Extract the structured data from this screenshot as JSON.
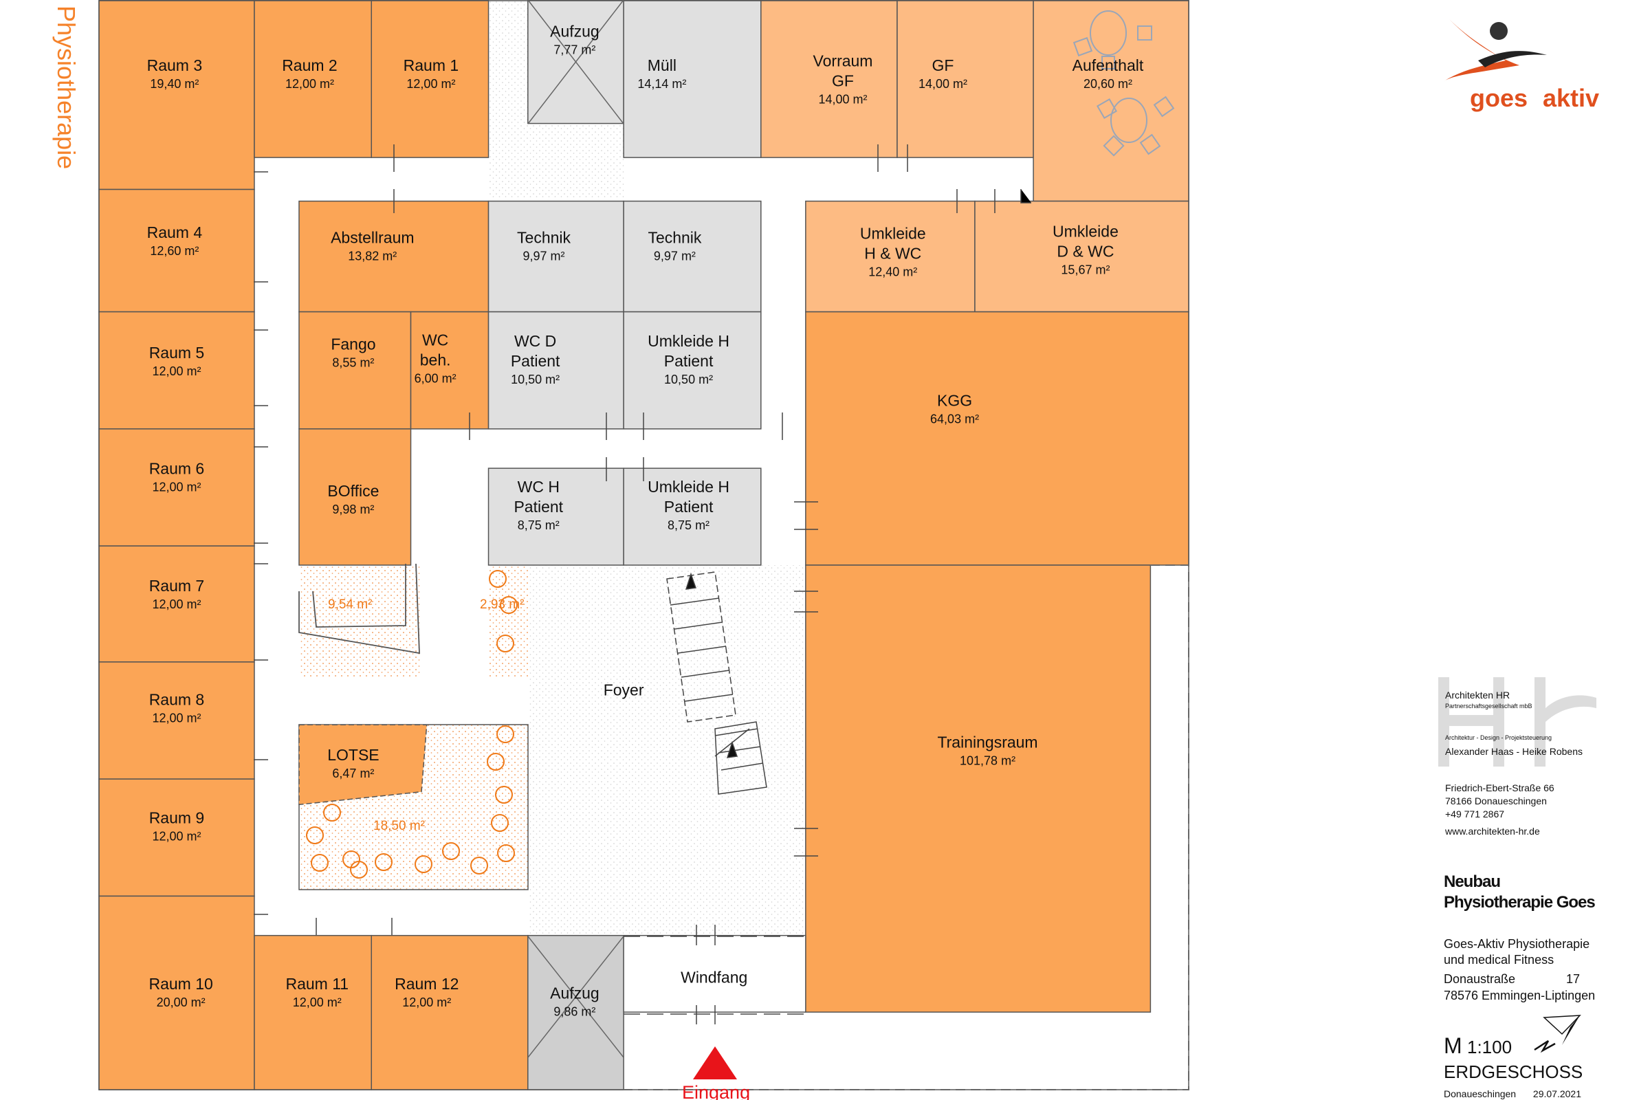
{
  "side_label": "Physiotherapie",
  "logo": {
    "word1": "goes",
    "word2": "aktiv",
    "color": "#e0501e"
  },
  "colors": {
    "orange": "#FBA556",
    "light": "#FDBB83",
    "grey": "#E0E0E0",
    "outdoor": "#F07A18",
    "entrance": "#E8141A"
  },
  "rooms": [
    {
      "name": [
        "Raum 3"
      ],
      "area": "19,40 m²"
    },
    {
      "name": [
        "Raum 2"
      ],
      "area": "12,00 m²"
    },
    {
      "name": [
        "Raum 1"
      ],
      "area": "12,00 m²"
    },
    {
      "name": [
        "Aufzug"
      ],
      "area": "7,77 m²"
    },
    {
      "name": [
        "Müll"
      ],
      "area": "14,14 m²"
    },
    {
      "name": [
        "Vorraum",
        "GF"
      ],
      "area": "14,00 m²"
    },
    {
      "name": [
        "GF"
      ],
      "area": "14,00 m²"
    },
    {
      "name": [
        "Aufenthalt"
      ],
      "area": "20,60 m²"
    },
    {
      "name": [
        "Raum 4"
      ],
      "area": "12,60 m²"
    },
    {
      "name": [
        "Abstellraum"
      ],
      "area": "13,82 m²"
    },
    {
      "name": [
        "Technik"
      ],
      "area": "9,97 m²"
    },
    {
      "name": [
        "Technik"
      ],
      "area": "9,97 m²"
    },
    {
      "name": [
        "Umkleide",
        "H & WC"
      ],
      "area": "12,40 m²"
    },
    {
      "name": [
        "Umkleide",
        "D & WC"
      ],
      "area": "15,67 m²"
    },
    {
      "name": [
        "Raum 5"
      ],
      "area": "12,00 m²"
    },
    {
      "name": [
        "Fango"
      ],
      "area": "8,55 m²"
    },
    {
      "name": [
        "WC",
        "beh."
      ],
      "area": "6,00 m²"
    },
    {
      "name": [
        "WC D",
        "Patient"
      ],
      "area": "10,50 m²"
    },
    {
      "name": [
        "Umkleide H",
        "Patient"
      ],
      "area": "10,50 m²"
    },
    {
      "name": [
        "KGG"
      ],
      "area": "64,03 m²"
    },
    {
      "name": [
        "Raum 6"
      ],
      "area": "12,00 m²"
    },
    {
      "name": [
        "BOffice"
      ],
      "area": "9,98 m²"
    },
    {
      "name": [
        "WC H",
        "Patient"
      ],
      "area": "8,75 m²"
    },
    {
      "name": [
        "Umkleide H",
        "Patient"
      ],
      "area": "8,75 m²"
    },
    {
      "name": [
        "Raum 7"
      ],
      "area": "12,00 m²"
    },
    {
      "name": [
        "Raum 8"
      ],
      "area": "12,00 m²"
    },
    {
      "name": [
        "Raum 9"
      ],
      "area": "12,00 m²"
    },
    {
      "name": [
        "Raum 10"
      ],
      "area": "20,00 m²"
    },
    {
      "name": [
        "Raum 11"
      ],
      "area": "12,00 m²"
    },
    {
      "name": [
        "Raum 12"
      ],
      "area": "12,00 m²"
    },
    {
      "name": [
        "Aufzug"
      ],
      "area": "9,86 m²"
    },
    {
      "name": [
        "Trainingsraum"
      ],
      "area": "101,78 m²"
    },
    {
      "name": [
        "LOTSE"
      ],
      "area": "6,47 m²"
    },
    {
      "name": [
        "Foyer"
      ],
      "area": ""
    },
    {
      "name": [
        "Windfang"
      ],
      "area": ""
    }
  ],
  "outdoor_areas": [
    "9,54 m²",
    "2,93 m²",
    "18,50 m²"
  ],
  "entrance_label": "Eingang",
  "title_block": {
    "firm": "Architekten HR",
    "firm_type": "Partnerschaftsgesellschaft mbB",
    "services": "Architektur - Design - Projektsteuerung",
    "partners": "Alexander Haas - Heike Robens",
    "street": "Friedrich-Ebert-Straße 66",
    "city": "78166 Donaueschingen",
    "phone": "+49 771 2867",
    "web": "www.architekten-hr.de",
    "watermark": "HR",
    "project_line1": "Neubau",
    "project_line2": "Physiotherapie Goes",
    "client_line1": "Goes-Aktiv Physiotherapie",
    "client_line2": "und medical Fitness",
    "site_street": "Donaustraße",
    "site_number": "17",
    "site_city": "78576  Emmingen-Liptingen",
    "scale_m": "M",
    "scale": "1:100",
    "floor": "ERDGESCHOSS",
    "place": "Donaueschingen",
    "date": "29.07.2021"
  }
}
